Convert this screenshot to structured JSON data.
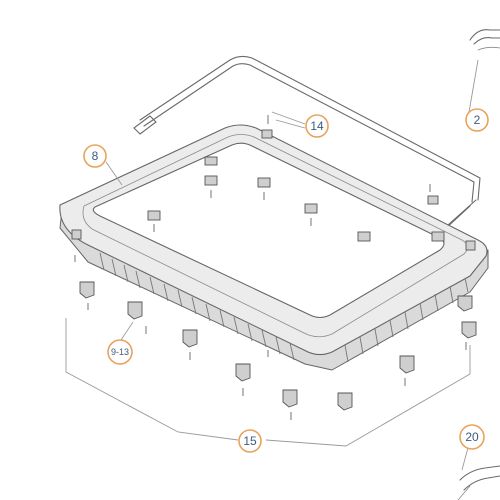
{
  "callouts": {
    "c2": "2",
    "c8": "8",
    "c9_13": "9-13",
    "c14": "14",
    "c15": "15",
    "c20": "20"
  },
  "colors": {
    "callout_ring": "#e8a35a",
    "callout_text": "#3d5a80",
    "line": "#6a6a6a"
  }
}
